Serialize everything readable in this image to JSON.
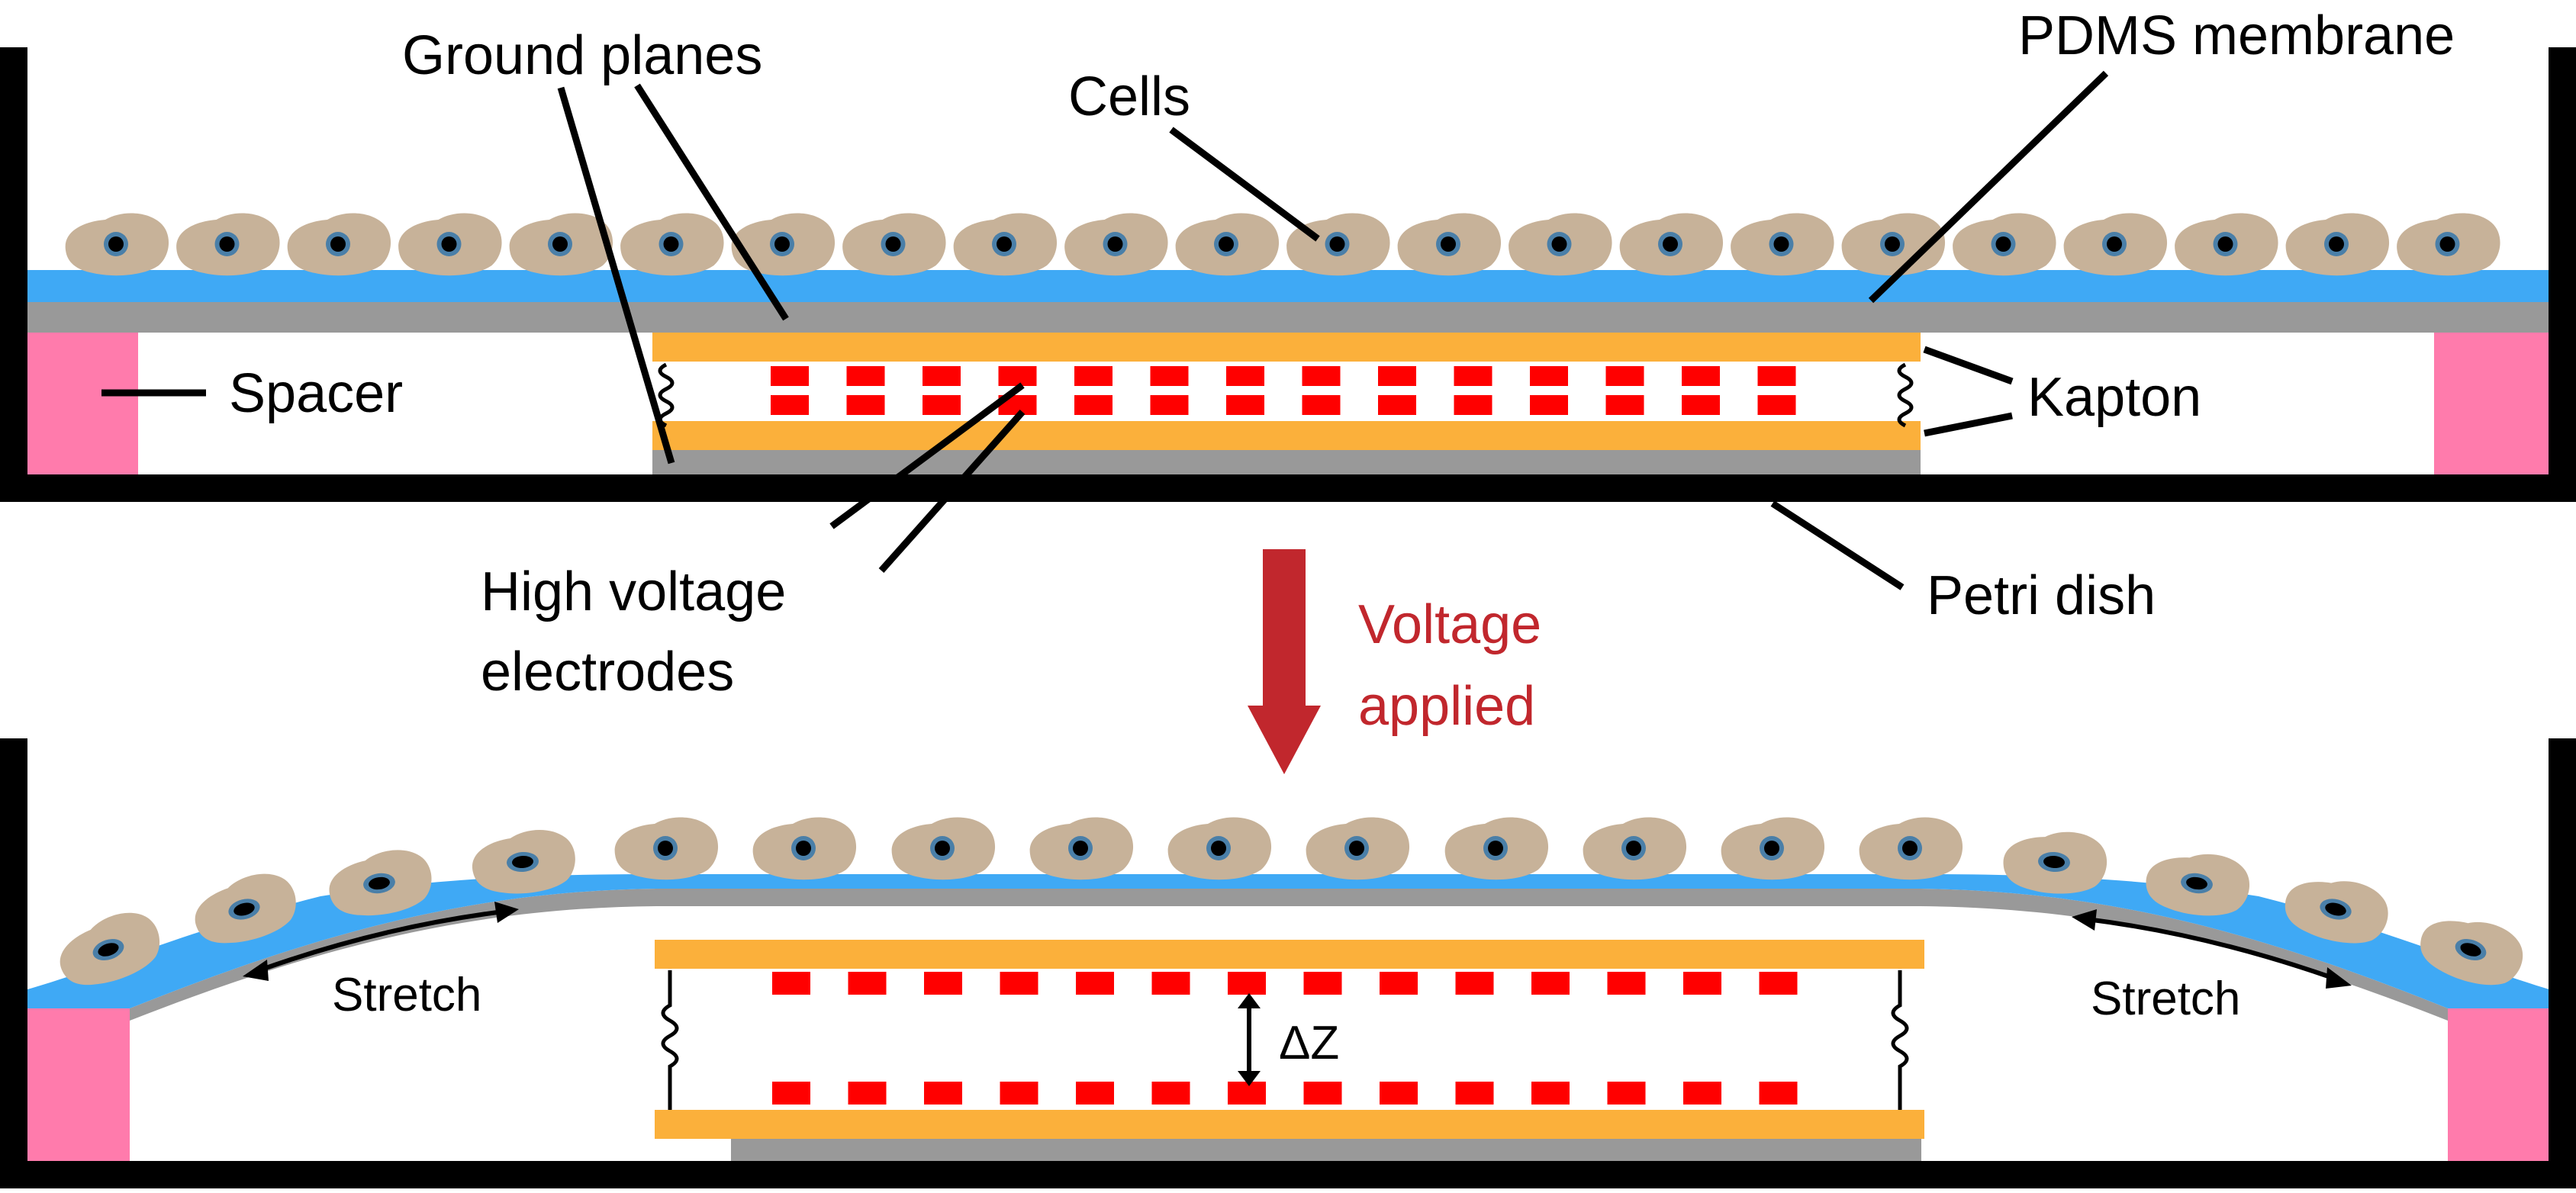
{
  "labels": {
    "ground_planes": "Ground planes",
    "cells": "Cells",
    "pdms_membrane": "PDMS membrane",
    "spacer": "Spacer",
    "kapton": "Kapton",
    "high_voltage_line1": "High voltage",
    "high_voltage_line2": "electrodes",
    "petri_dish": "Petri dish",
    "voltage_line1": "Voltage",
    "voltage_line2": "applied",
    "stretch_left": "Stretch",
    "stretch_right": "Stretch",
    "delta_z": "ΔZ"
  },
  "colors": {
    "dish": "#000000",
    "pdms": "#3fa9f5",
    "ground_plane": "#999999",
    "kapton": "#fbb03b",
    "electrode": "#ff0000",
    "spacer": "#ff7bac",
    "cell_body": "#c7b299",
    "cell_nucleus_ring": "#4a7fa8",
    "voltage_arrow": "#c1272d"
  }
}
